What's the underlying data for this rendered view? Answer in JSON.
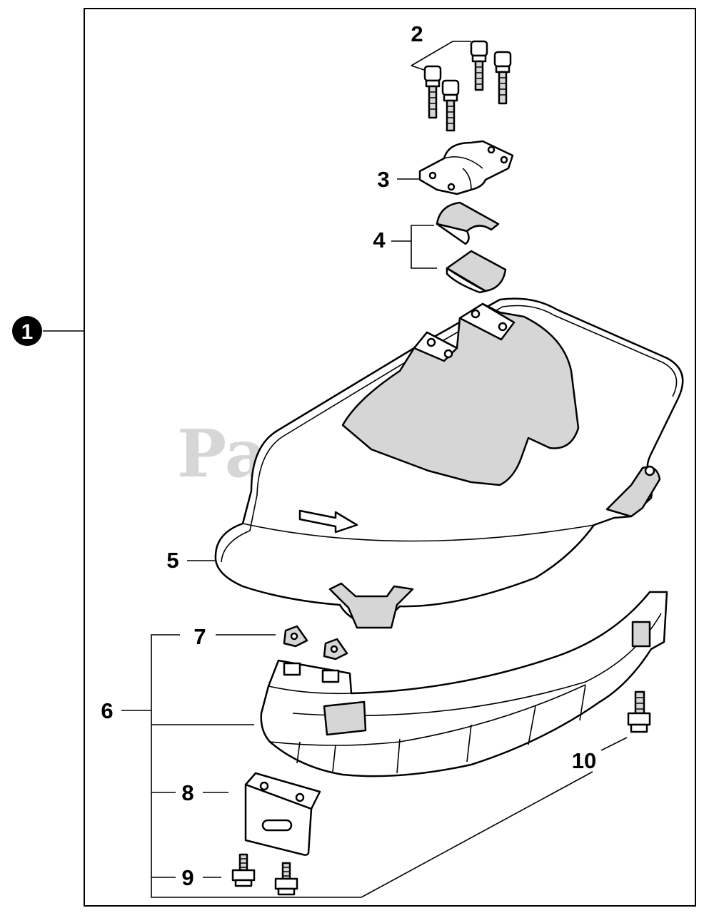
{
  "diagram": {
    "watermark": "PartsTree",
    "callouts": {
      "c1": "1",
      "c2": "2",
      "c3": "3",
      "c4": "4",
      "c5": "5",
      "c6": "6",
      "c7": "7",
      "c8": "8",
      "c9": "9",
      "c10": "10"
    }
  }
}
